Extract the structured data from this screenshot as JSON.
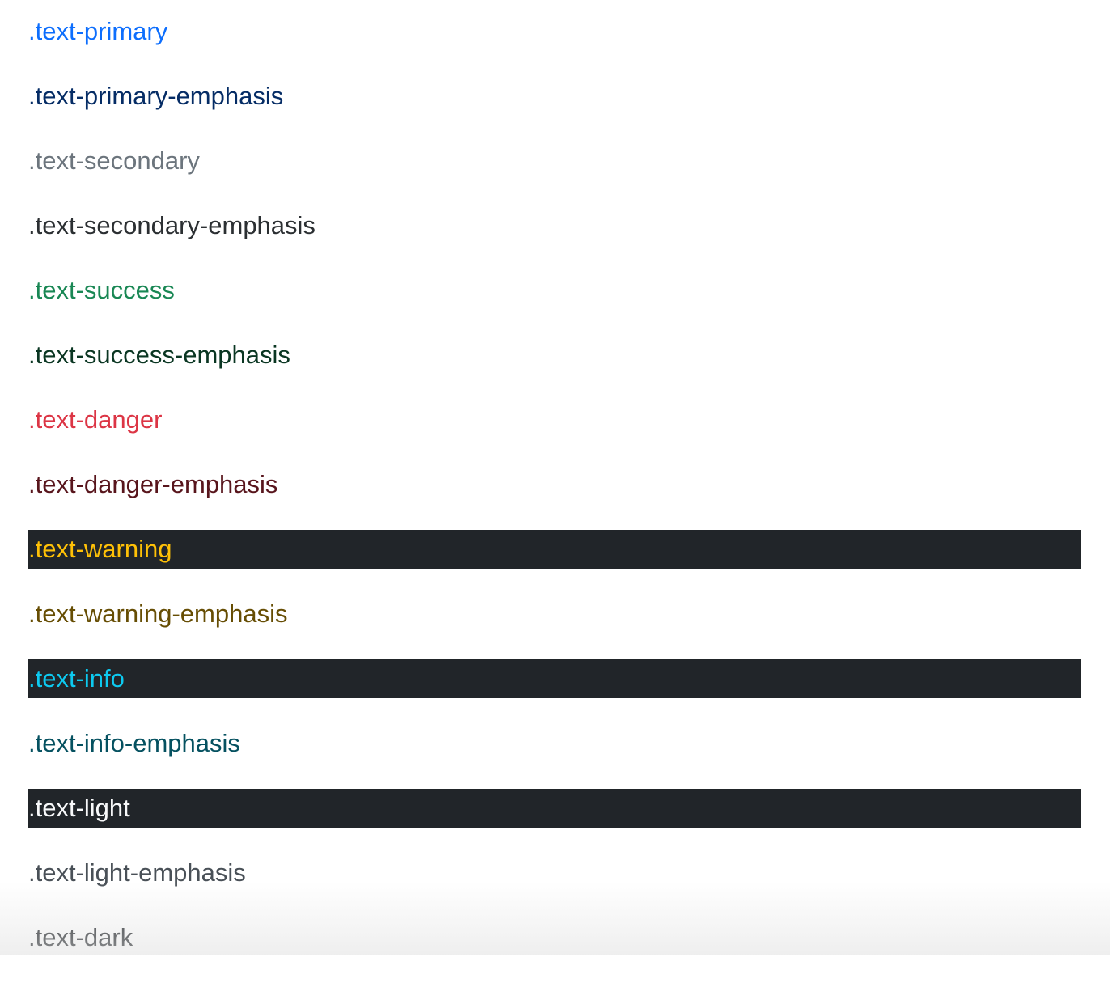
{
  "items": [
    {
      "label": ".text-primary",
      "color": "#0d6efd",
      "dark_bg": false
    },
    {
      "label": ".text-primary-emphasis",
      "color": "#052c65",
      "dark_bg": false
    },
    {
      "label": ".text-secondary",
      "color": "#6c757d",
      "dark_bg": false
    },
    {
      "label": ".text-secondary-emphasis",
      "color": "#2b2f32",
      "dark_bg": false
    },
    {
      "label": ".text-success",
      "color": "#198754",
      "dark_bg": false
    },
    {
      "label": ".text-success-emphasis",
      "color": "#0a3622",
      "dark_bg": false
    },
    {
      "label": ".text-danger",
      "color": "#dc3545",
      "dark_bg": false
    },
    {
      "label": ".text-danger-emphasis",
      "color": "#58151c",
      "dark_bg": false
    },
    {
      "label": ".text-warning",
      "color": "#ffc107",
      "dark_bg": true
    },
    {
      "label": ".text-warning-emphasis",
      "color": "#664d03",
      "dark_bg": false
    },
    {
      "label": ".text-info",
      "color": "#0dcaf0",
      "dark_bg": true
    },
    {
      "label": ".text-info-emphasis",
      "color": "#055160",
      "dark_bg": false
    },
    {
      "label": ".text-light",
      "color": "#f8f9fa",
      "dark_bg": true
    },
    {
      "label": ".text-light-emphasis",
      "color": "#495057",
      "dark_bg": false
    },
    {
      "label": ".text-dark",
      "color": "#212529",
      "dark_bg": false
    }
  ],
  "dark_background_color": "#212529"
}
